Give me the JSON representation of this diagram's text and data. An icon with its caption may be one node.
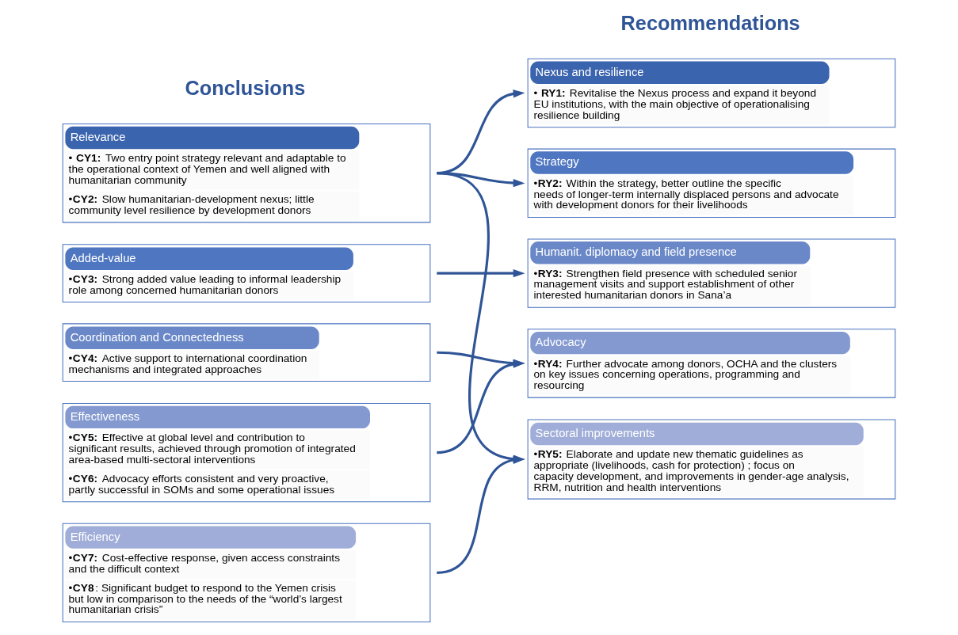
{
  "diagram": {
    "nodes": [
      {
        "text": [
          "Relevance",
          "• **CY1:** Two entry point strategy relevant and adaptable to the operational context of Yemen and well aligned with humanitarian community",
          "•**CY2:** Slow humanitarian-development nexus; little community level resilience by development donors"
        ]
      },
      {
        "text": [
          "Added-value",
          "•**CY3:** Strong added value leading to informal leadership role among concerned humanitarian donors"
        ]
      },
      {
        "text": [
          "Coordination and Connectedness",
          "•**CY4:** Active support to international coordination mechanisms and integrated approaches"
        ]
      },
      {
        "text": [
          "Effectiveness",
          "•**CY5:** Effective at global level and contribution to significant results, achieved through promotion of integrated area-based multi-sectoral interventions",
          "•**CY6:** Advocacy efforts consistent and very proactive, partly successful in SOMs and some operational issues"
        ]
      },
      {
        "text": [
          "Efficiency",
          "•**CY7:** Cost-effective response, given access constraints and the difficult context",
          "•**CY8**: Significant budget to respond to the Yemen crisis but low in comparison to the needs of the “world’s largest humanitarian crisis”"
        ]
      },
      {
        "text": [
          "Nexus and resilience",
          "• **RY1:** Revitalise the Nexus process and expand it beyond EU institutions, with the main objective of operationalising resilience building"
        ]
      },
      {
        "text": [
          "Strategy",
          "•**RY2:** Within the strategy, better outline the specific needs of longer-term internally displaced persons and advocate with development donors for their livelihoods"
        ]
      },
      {
        "text": [
          "Humanit. diplomacy and field presence",
          "•**RY3:** Strengthen field presence with scheduled senior management visits and support establishment of other interested humanitarian donors in Sana’a"
        ]
      },
      {
        "text": [
          "Advocacy",
          "•**RY4:** Further advocate among donors, OCHA and the clusters on key issues concerning operations, programming and resourcing"
        ]
      },
      {
        "text": [
          "Sectoral improvements",
          "•**RY5:** Elaborate and update new thematic guidelines as appropriate (livelihoods, cash for protection) ; focus on capacity development, and improvements in gender-age analysis, RRM, nutrition and health interventions"
        ]
      }
    ],
    "edges": [
      {
        "from": 0,
        "to": 5,
        "arrow": "to"
      },
      {
        "from": 0,
        "to": 6,
        "arrow": "to"
      },
      {
        "from": 0,
        "to": 9,
        "arrow": "to"
      },
      {
        "from": 1,
        "to": 7,
        "arrow": "to"
      },
      {
        "from": 2,
        "to": 8,
        "arrow": "to"
      },
      {
        "from": 3,
        "to": 8,
        "arrow": "to"
      },
      {
        "from": 4,
        "to": 9,
        "arrow": "to"
      }
    ],
    "labels": [
      "Conclusions",
      "Recommendations"
    ]
  }
}
